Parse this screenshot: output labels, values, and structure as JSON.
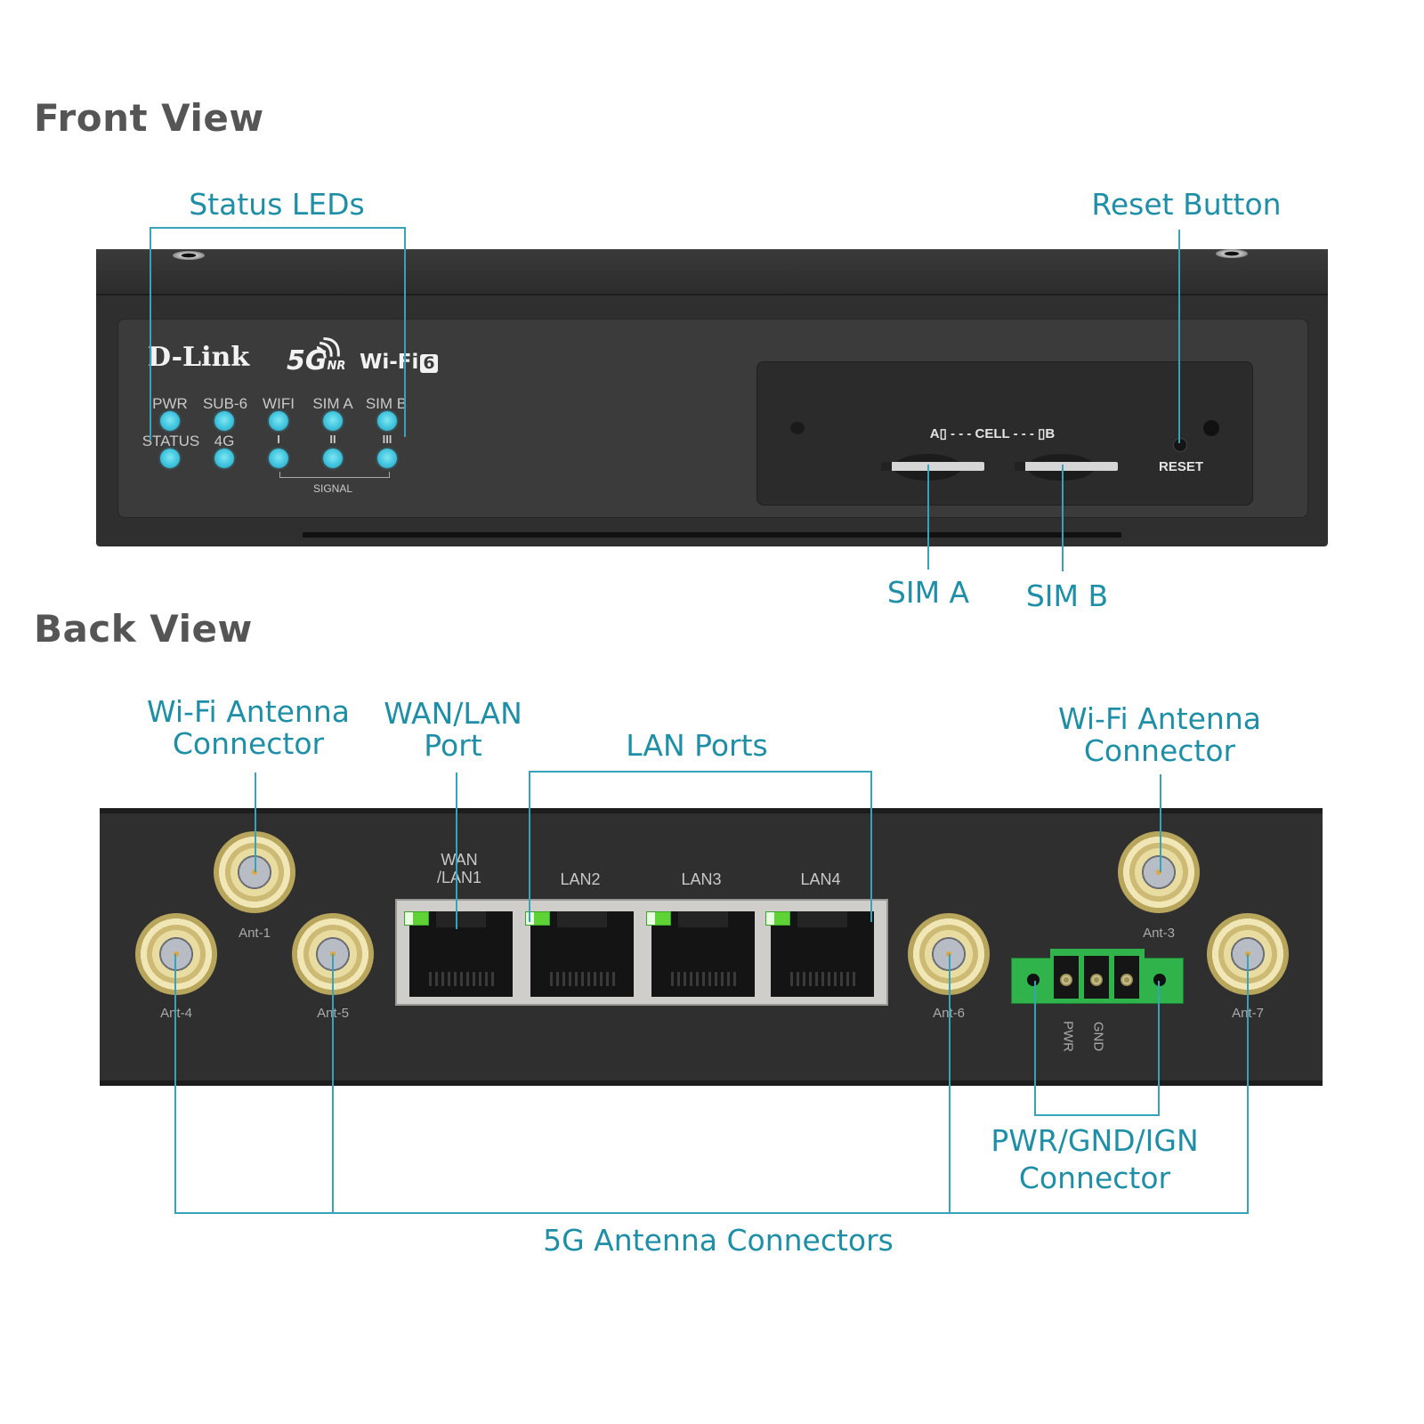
{
  "sections": {
    "front_title": "Front View",
    "back_title": "Back View"
  },
  "colors": {
    "callout": "#1e8fa6",
    "callout_line": "#36a3bb",
    "heading": "#555555",
    "chassis": "#2e2e2e",
    "led": "#3fc4de",
    "port_led": "#5fd236",
    "terminal_block": "#2fb34a",
    "sma_gold": "#e9dca0"
  },
  "front_callouts": {
    "status_leds": "Status LEDs",
    "reset_button": "Reset Button",
    "sim_a": "SIM A",
    "sim_b": "SIM B"
  },
  "front_panel": {
    "brand": "D-Link",
    "badge_5g": "5G",
    "badge_nr": "NR",
    "badge_wifi": "Wi-Fi",
    "badge_wifi_num": "6",
    "led_top_labels": [
      "PWR",
      "SUB-6",
      "WIFI",
      "SIM A",
      "SIM B"
    ],
    "led_bottom_labels": [
      "STATUS",
      "4G",
      "I",
      "II",
      "III"
    ],
    "signal_label": "SIGNAL",
    "sim_tray_label": "A▯ - - - CELL - - - ▯B",
    "reset_label": "RESET"
  },
  "back_callouts": {
    "wifi_antenna_left_l1": "Wi-Fi Antenna",
    "wifi_antenna_left_l2": "Connector",
    "wan_lan_l1": "WAN/LAN",
    "wan_lan_l2": "Port",
    "lan_ports": "LAN Ports",
    "wifi_antenna_right_l1": "Wi-Fi Antenna",
    "wifi_antenna_right_l2": "Connector",
    "power_l1": "PWR/GND/IGN",
    "power_l2": "Connector",
    "antenna_5g": "5G Antenna Connectors"
  },
  "back_panel": {
    "ports": [
      {
        "label_l1": "WAN",
        "label_l2": "/LAN1"
      },
      {
        "label_l1": "",
        "label_l2": "LAN2"
      },
      {
        "label_l1": "",
        "label_l2": "LAN3"
      },
      {
        "label_l1": "",
        "label_l2": "LAN4"
      }
    ],
    "antennas": {
      "ant1": "Ant-1",
      "ant3": "Ant-3",
      "ant4": "Ant-4",
      "ant5": "Ant-5",
      "ant6": "Ant-6",
      "ant7": "Ant-7"
    },
    "terminal_labels": [
      "PWR",
      "GND"
    ]
  }
}
